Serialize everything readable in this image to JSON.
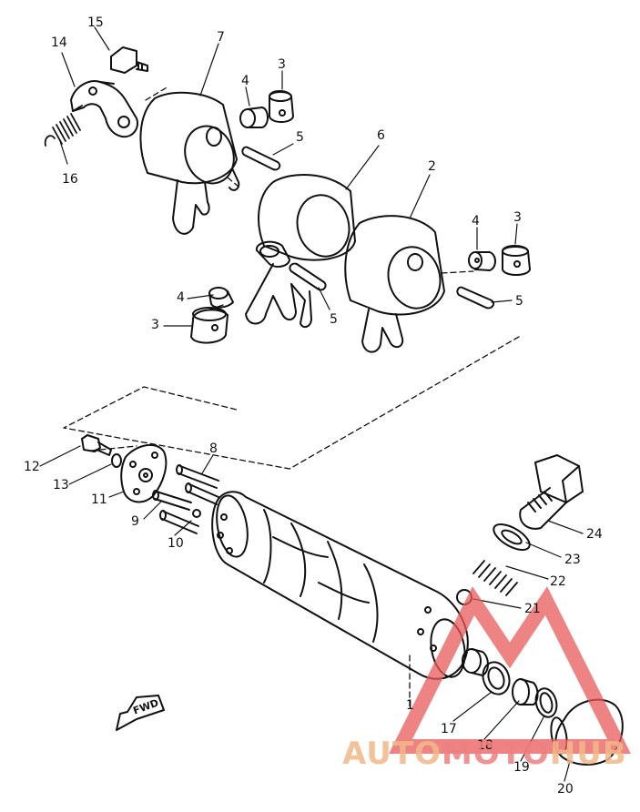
{
  "callouts": [
    {
      "id": "c1",
      "text": "15"
    },
    {
      "id": "c2",
      "text": "14"
    },
    {
      "id": "c3",
      "text": "7"
    },
    {
      "id": "c4",
      "text": "3"
    },
    {
      "id": "c5",
      "text": "4"
    },
    {
      "id": "c6",
      "text": "5"
    },
    {
      "id": "c7",
      "text": "6"
    },
    {
      "id": "c8",
      "text": "16"
    },
    {
      "id": "c9",
      "text": "2"
    },
    {
      "id": "c10",
      "text": "4"
    },
    {
      "id": "c11",
      "text": "3"
    },
    {
      "id": "c12",
      "text": "5"
    },
    {
      "id": "c13",
      "text": "4"
    },
    {
      "id": "c14",
      "text": "5"
    },
    {
      "id": "c15",
      "text": "3"
    },
    {
      "id": "c16",
      "text": "8"
    },
    {
      "id": "c17",
      "text": "12"
    },
    {
      "id": "c18",
      "text": "13"
    },
    {
      "id": "c19",
      "text": "11"
    },
    {
      "id": "c20",
      "text": "9"
    },
    {
      "id": "c21",
      "text": "10"
    },
    {
      "id": "c22",
      "text": "24"
    },
    {
      "id": "c23",
      "text": "23"
    },
    {
      "id": "c24",
      "text": "22"
    },
    {
      "id": "c25",
      "text": "21"
    },
    {
      "id": "c26",
      "text": "1"
    },
    {
      "id": "c27",
      "text": "17"
    },
    {
      "id": "c28",
      "text": "18"
    },
    {
      "id": "c29",
      "text": "19"
    },
    {
      "id": "c30",
      "text": "20"
    }
  ],
  "fwd_marker": "FWD",
  "watermark": {
    "part1": "AUTO",
    "part2": "MOTO",
    "part3": "HUB"
  },
  "colors": {
    "line": "#111111",
    "watermark_red": "#e85a5a",
    "watermark_orange": "#f0a060"
  },
  "icons": {
    "fwd_arrow": "fwd-arrow-icon",
    "watermark_logo": "triangle-logo-icon"
  }
}
